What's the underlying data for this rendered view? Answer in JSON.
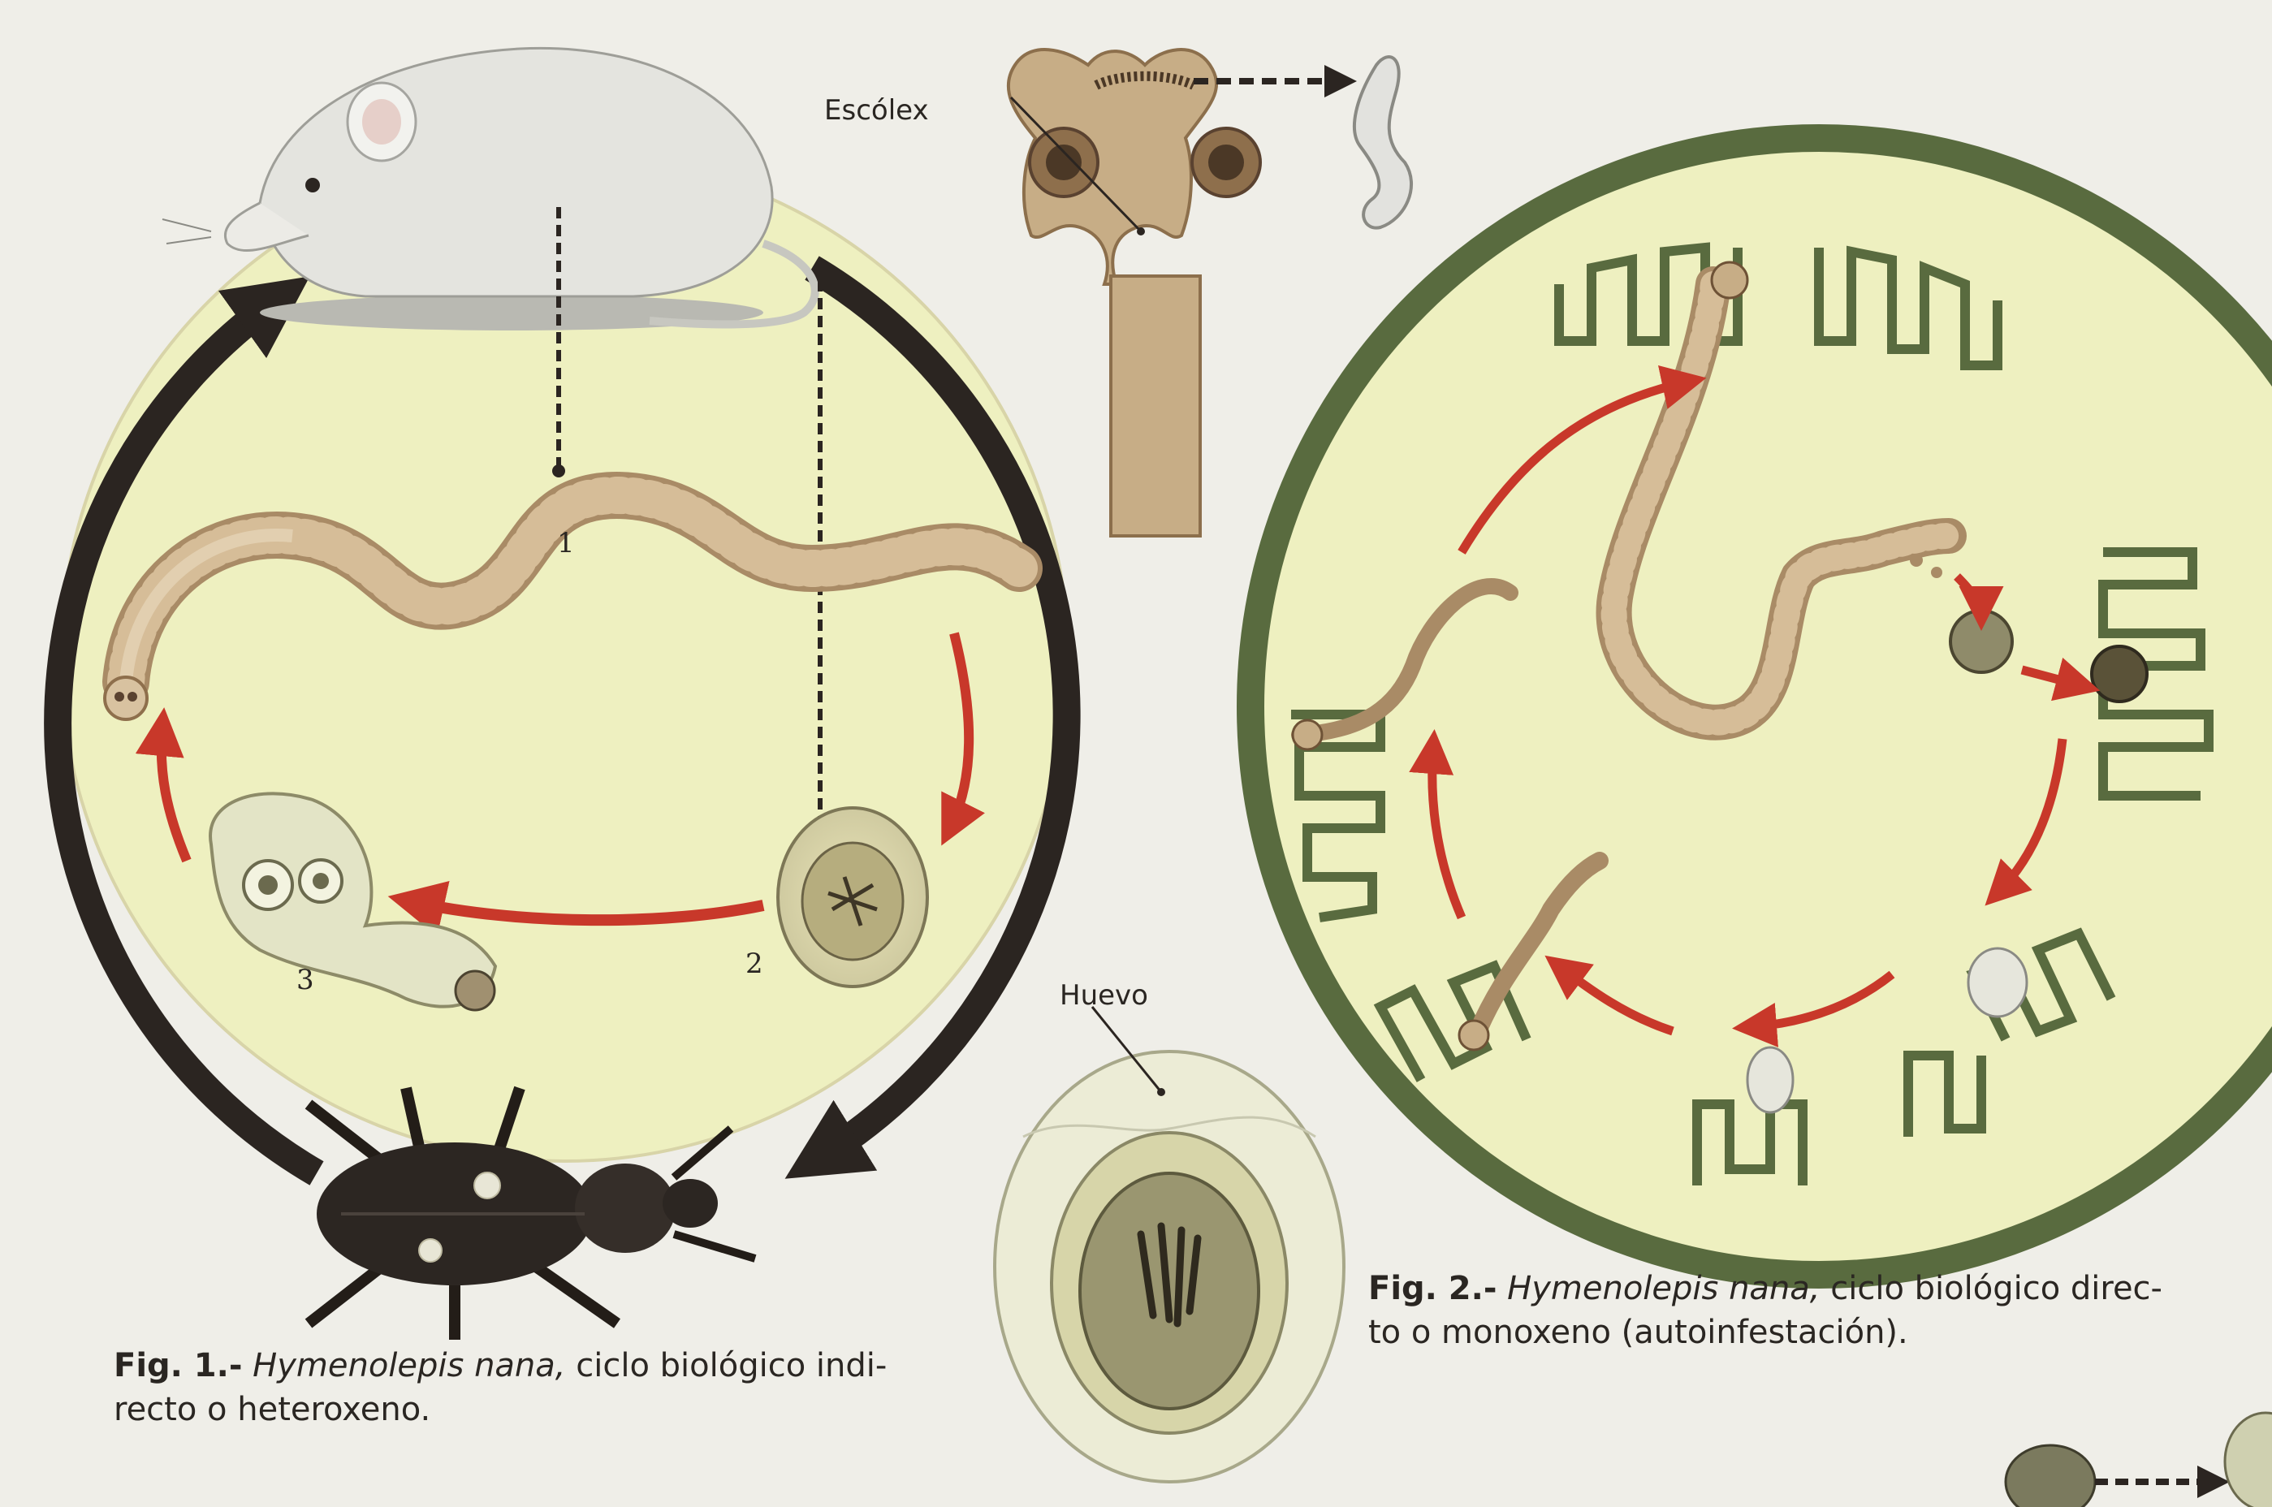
{
  "figure1": {
    "caption_prefix": "Fig. 1.-",
    "species": "Hymenolepis nana,",
    "caption_line1_rest": "ciclo biológico indi-",
    "caption_line2": "recto o heteroxeno.",
    "stage_labels": {
      "stage1": "1",
      "stage2": "2",
      "stage3": "3"
    }
  },
  "figure2": {
    "caption_prefix": "Fig. 2.-",
    "species": "Hymenolepis nana,",
    "caption_line1_rest": "ciclo biológico direc-",
    "caption_line2": "to o monoxeno (autoinfestación)."
  },
  "insets": {
    "scolex_label": "Escólex",
    "egg_label": "Huevo"
  },
  "colors": {
    "paper": "#efeee8",
    "circle_fill": "#eef0c0",
    "cycle_arrow_red": "#c8382a",
    "big_arrow_dark": "#2b2521",
    "fig2_ring": "#596b3f",
    "worm_tan": "#c9ad86"
  }
}
